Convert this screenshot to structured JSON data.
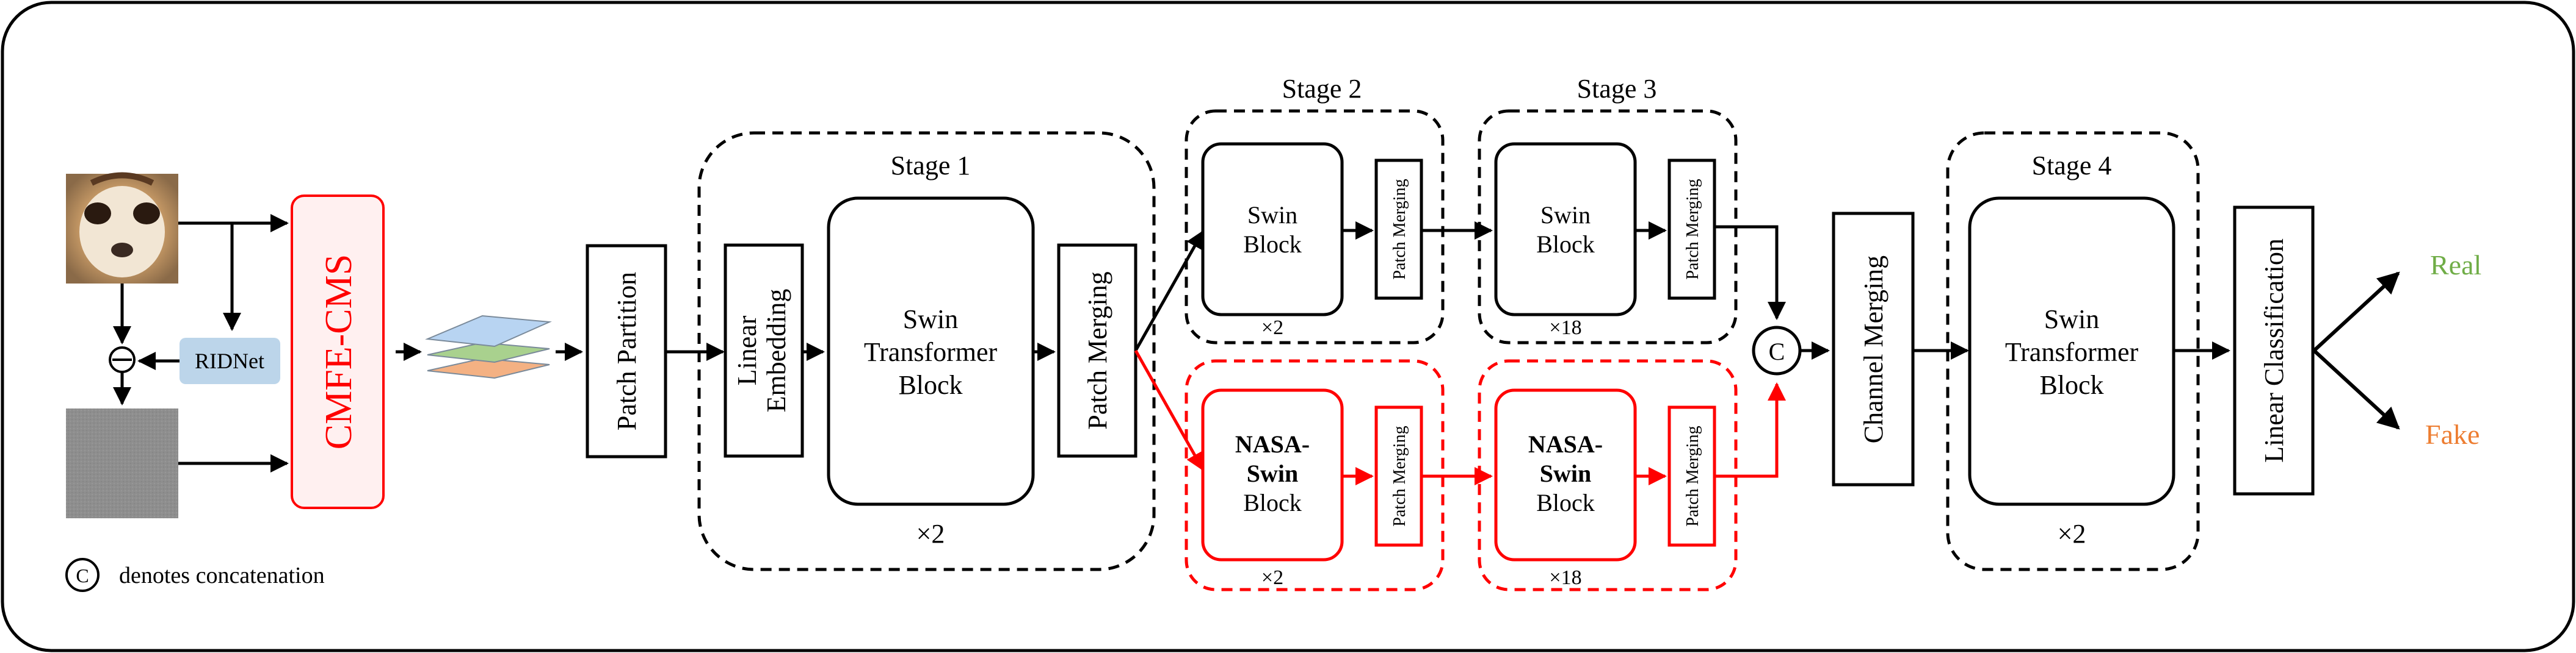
{
  "colors": {
    "black": "#000000",
    "red": "#ff0000",
    "ridnet_fill": "#bcd5ea",
    "cmfe_fill": "#fff0f0",
    "layer_blue": "#b8d4f2",
    "layer_green": "#a9d18e",
    "layer_orange": "#f4b183",
    "real_green": "#70ad47",
    "fake_orange": "#ed7d31"
  },
  "inputs": {
    "face_image_icon": "dog-face-photo",
    "noise_image_icon": "noise-residual-gray",
    "ridnet_label": "RIDNet",
    "cmfe_label": "CMFE-CMS",
    "subtract_icon": "minus-circle"
  },
  "patch_partition_label": "Patch Partition",
  "stage1": {
    "title": "Stage 1",
    "linear_embedding_label_line1": "Linear",
    "linear_embedding_label_line2": "Embedding",
    "block_line1": "Swin",
    "block_line2": "Transformer",
    "block_line3": "Block",
    "repeat": "×2",
    "patch_merging_label": "Patch Merging"
  },
  "stage2": {
    "title": "Stage 2",
    "top_block_line1": "Swin",
    "top_block_line2": "Block",
    "top_merging": "Patch Merging",
    "top_repeat": "×2",
    "bottom_block_line1": "NASA-",
    "bottom_block_line2": "Swin",
    "bottom_block_line3": "Block",
    "bottom_merging": "Patch Merging",
    "bottom_repeat": "×2"
  },
  "stage3": {
    "title": "Stage 3",
    "top_block_line1": "Swin",
    "top_block_line2": "Block",
    "top_merging": "Patch Merging",
    "top_repeat": "×18",
    "bottom_block_line1": "NASA-",
    "bottom_block_line2": "Swin",
    "bottom_block_line3": "Block",
    "bottom_merging": "Patch Merging",
    "bottom_repeat": "×18"
  },
  "concat_symbol": "C",
  "channel_merging_label": "Channel Merging",
  "stage4": {
    "title": "Stage 4",
    "block_line1": "Swin",
    "block_line2": "Transformer",
    "block_line3": "Block",
    "repeat": "×2"
  },
  "linear_classification_label": "Linear Classification",
  "outputs": {
    "real": "Real",
    "fake": "Fake"
  },
  "legend": {
    "symbol": "C",
    "text": "denotes concatenation"
  }
}
